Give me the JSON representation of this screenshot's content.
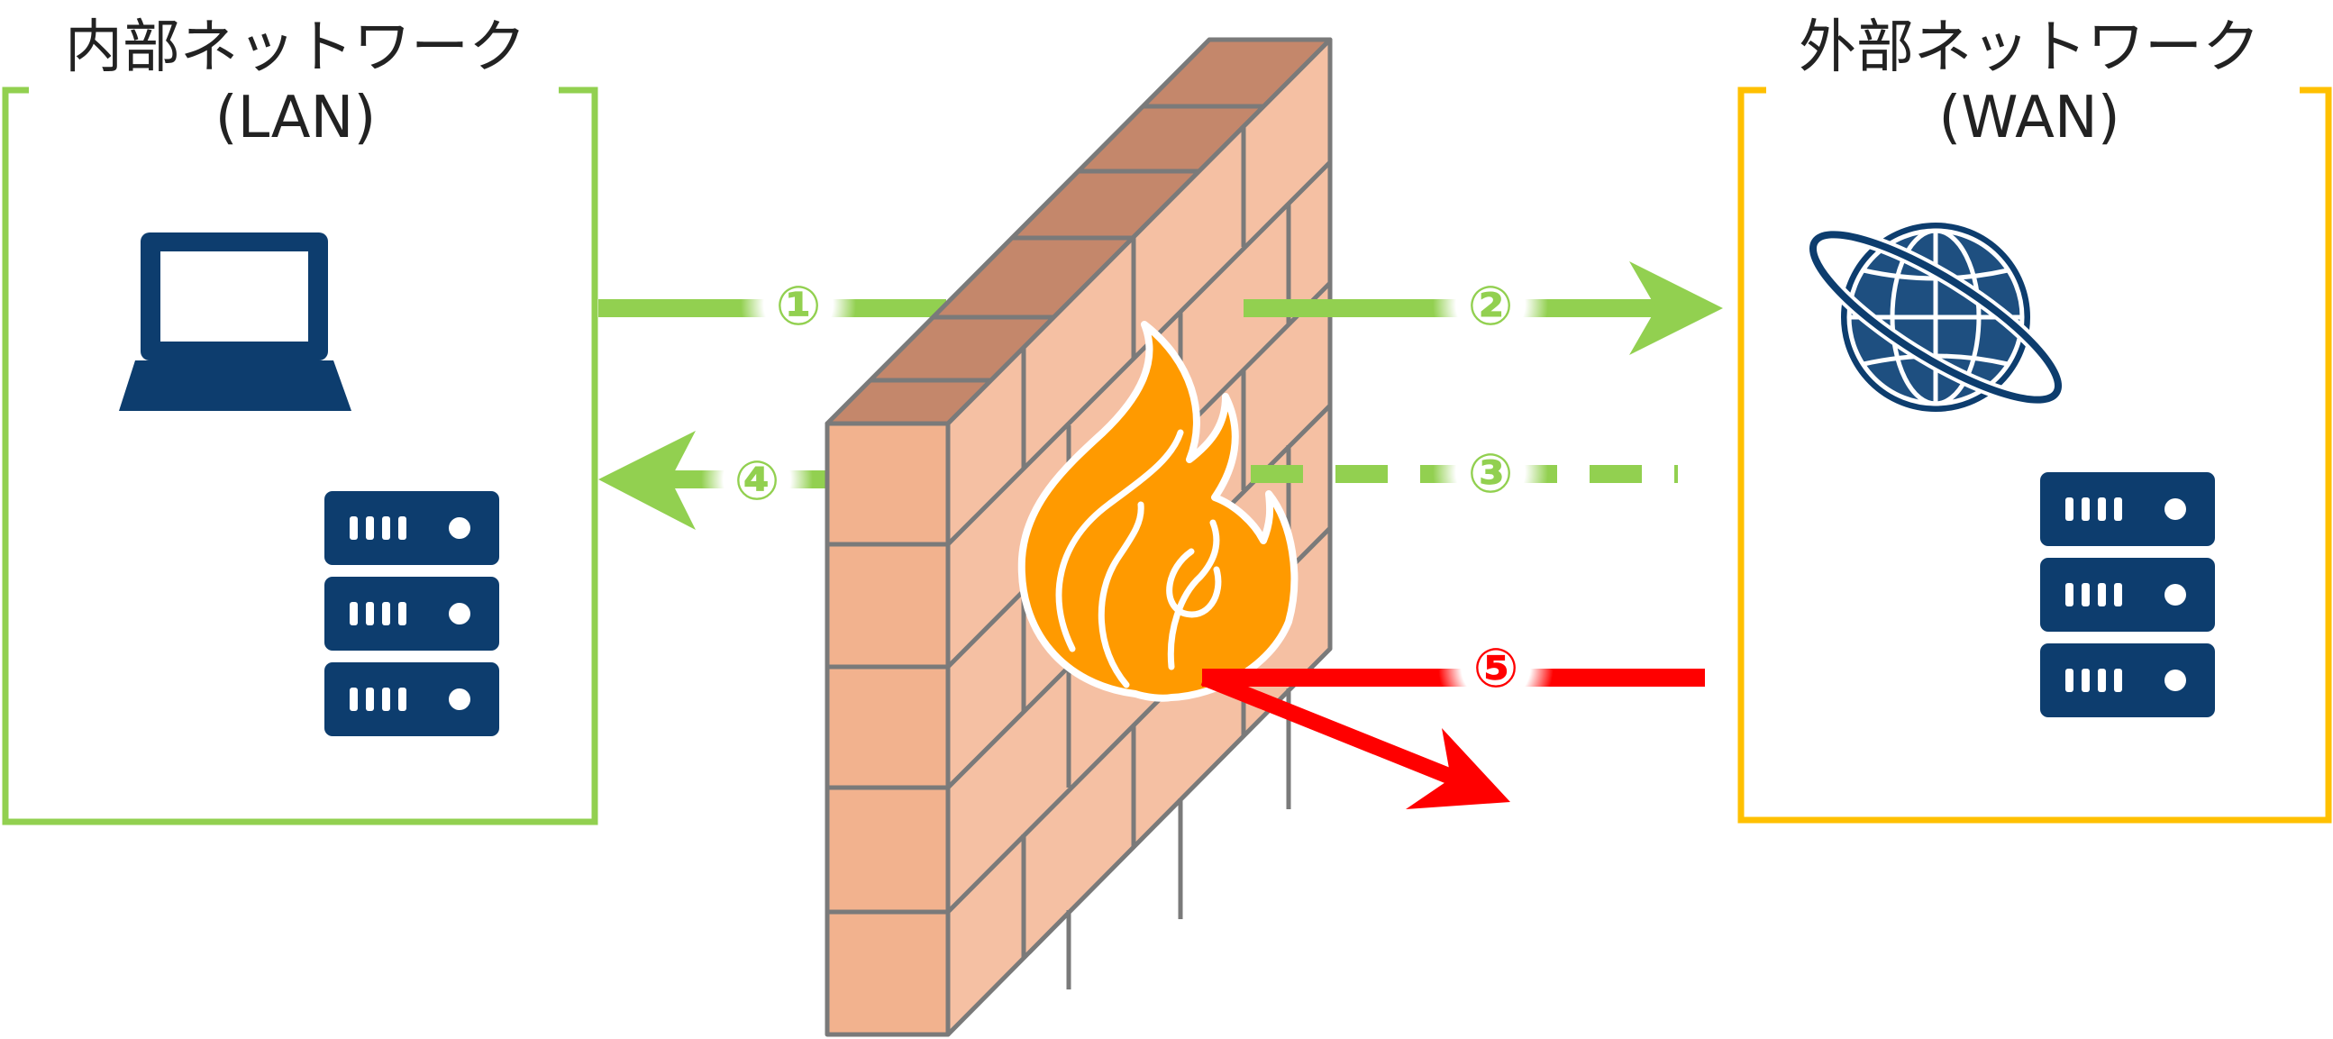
{
  "internal_network": {
    "title_line1": "内部ネットワーク",
    "title_line2": "(LAN)",
    "icons": [
      "laptop-icon",
      "server-icon"
    ]
  },
  "external_network": {
    "title_line1": "外部ネットワーク",
    "title_line2": "(WAN)",
    "icons": [
      "globe-icon",
      "server-icon"
    ]
  },
  "firewall": {
    "icons": [
      "brick-wall-icon",
      "flame-icon"
    ]
  },
  "steps": [
    {
      "label": "①",
      "direction": "LAN→WAN",
      "style": "solid",
      "color": "#92d050"
    },
    {
      "label": "②",
      "direction": "LAN→WAN",
      "style": "solid",
      "color": "#92d050"
    },
    {
      "label": "③",
      "direction": "WAN→LAN",
      "style": "dashed",
      "color": "#92d050"
    },
    {
      "label": "④",
      "direction": "WAN→LAN",
      "style": "solid",
      "color": "#92d050"
    },
    {
      "label": "⑤",
      "direction": "WAN→LAN (blocked, deflected)",
      "style": "solid",
      "color": "#ff0000"
    }
  ],
  "colors": {
    "lan_border": "#92d050",
    "wan_border": "#ffc000",
    "icon_navy": "#0d3d6e",
    "brick_face": "#f2b28e",
    "brick_side": "#f5c0a3",
    "brick_top": "#c4876b",
    "brick_mortar": "#7a7a7a",
    "flame": "#ff9a00",
    "blocked": "#ff0000"
  }
}
